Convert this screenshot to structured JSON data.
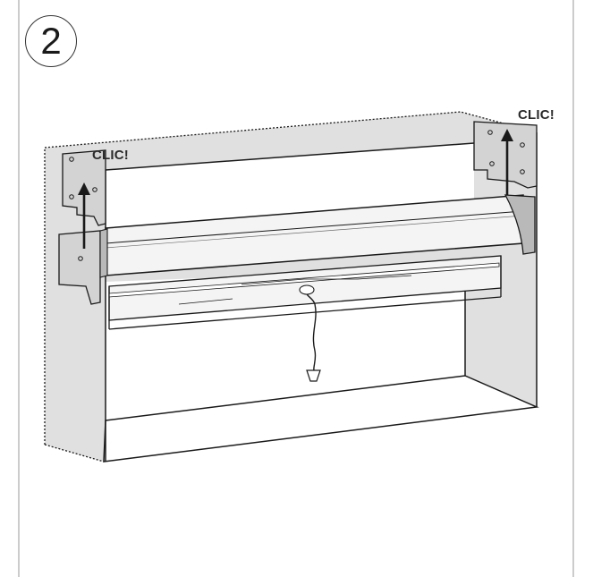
{
  "step": {
    "number": "2"
  },
  "callouts": {
    "left": "CLIC!",
    "right": "CLIC!"
  },
  "colors": {
    "line": "#1a1a1a",
    "recess_fill": "#e0e0e0",
    "bracket_fill": "#d3d3d3",
    "blind_fill": "#f4f4f4",
    "end_cap_fill": "#b9b9b9"
  },
  "icons": [
    "up-arrow-icon",
    "up-arrow-icon"
  ]
}
